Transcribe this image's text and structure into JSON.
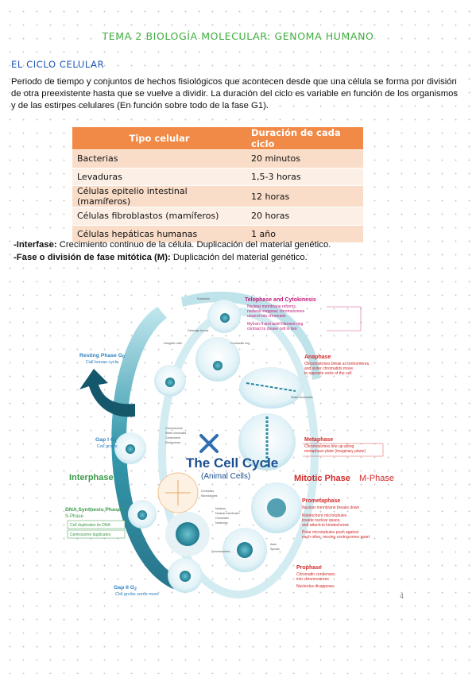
{
  "header": {
    "title": "TEMA 2 BIOLOGÍA MOLECULAR: GENOMA HUMANO"
  },
  "section": {
    "title": "EL CICLO CELULAR",
    "intro": "Periodo de tiempo y conjuntos de hechos fisiológicos que acontecen desde que una célula se forma por división de otra preexistente hasta que se vuelve a dividir. La duración del ciclo es variable en función de los organismos y de las estirpes celulares (En función sobre todo de la fase G1)."
  },
  "table": {
    "headers": [
      "Tipo celular",
      "Duración de cada ciclo"
    ],
    "rows": [
      [
        "Bacterias",
        "20 minutos"
      ],
      [
        "Levaduras",
        "1,5-3 horas"
      ],
      [
        "Células epitelio intestinal (mamíferos)",
        "12 horas"
      ],
      [
        "Células fibroblastos (mamíferos)",
        "20 horas"
      ],
      [
        "Células hepáticas humanas",
        "1 año"
      ]
    ]
  },
  "phases": [
    {
      "term": "-Interfase:",
      "text": " Crecimiento continuo de la célula. Duplicación del material genético."
    },
    {
      "term": "-Fase o división de fase mitótica (M):",
      "text": " Duplicación del material genético."
    }
  ],
  "figure": {
    "title": "The Cell Cycle",
    "subtitle": "(Animal Cells)",
    "interphase": "Interphase",
    "mitotic_phase": "Mitotic Phase",
    "m_phase": "M-Phase",
    "resting_title": "Resting Phase G",
    "resting_sub": "0",
    "resting_desc": "Cell leaves cycle",
    "gap1_title": "Gap I G",
    "gap1_sub": "1",
    "gap1_desc": "Cell grows",
    "dna_title": "DNA Synthesis Phase",
    "dna_sub": "S-Phase",
    "dna_desc1": "Cell duplicates its DNA",
    "dna_desc2": "Centrosome duplicates",
    "gap2_title": "Gap II G",
    "gap2_sub": "2",
    "gap2_desc": "Cell grows some more",
    "telophase_title": "Telophase and Cytokinesis",
    "telophase_l1": "Nuclear membrane reforms,",
    "telophase_l2": "nucleoli reappear, chromosomes",
    "telophase_l3": "unwind into chromatin",
    "telophase_l4": "Myosin II and actin filament ring",
    "telophase_l5": "contract to cleave cell in two",
    "anaphase_title": "Anaphase",
    "anaphase_l1": "Chromosomes break at centromeres,",
    "anaphase_l2": "and sister chromatids move",
    "anaphase_l3": "to opposite ends of the cell",
    "metaphase_title": "Metaphase",
    "metaphase_l1": "Chromosomes line up along",
    "metaphase_l2": "metaphase plate (imaginary plane)",
    "prometaphase_title": "Prometaphase",
    "prometaphase_l1": "Nuclear membrane breaks down",
    "prometaphase_l2": "Kinetochore microtubules",
    "prometaphase_l3": "invade nuclear space,",
    "prometaphase_l4": "and attach to kinetochores",
    "prometaphase_l5": "Polar microtubules push against",
    "prometaphase_l6": "each other, moving centrosomes apart",
    "prophase_title": "Prophase",
    "prophase_l1": "Chromatin condenses",
    "prophase_l2": "into chromosomes",
    "prophase_l3": "Nucleolus disappears",
    "small_nucleolus": "Nucleolus",
    "small_daughter": "Daughter cells",
    "small_cleavage": "Cleavage furrow",
    "small_contractile": "Contractile ring",
    "small_sister": "Sister chromatids",
    "small_chromosome": "Chromosome",
    "small_sister2": "Sister chromatid",
    "small_centromere": "Centromere",
    "small_kinetochore": "Kinetochore",
    "small_centrioles": "Centrioles",
    "small_microtubules": "Microtubules",
    "small_nucleus": "Nucleus",
    "small_nuclear_membrane": "Nuclear membrane",
    "small_chromatin": "Chromatin",
    "small_nucleolus2": "Nucleolus",
    "small_chromosomes": "Chromosomes",
    "small_aster": "Aster",
    "small_spindle": "Spindle"
  },
  "page_number": "4",
  "colors": {
    "title_green": "#3fae3f",
    "section_blue": "#1f56b8",
    "table_header": "#f08a46",
    "cycle_teal": "#1f8e9e",
    "interphase_green": "#3a9a48",
    "mitosis_red": "#d12a2a",
    "telophase_magenta": "#c1197a"
  }
}
